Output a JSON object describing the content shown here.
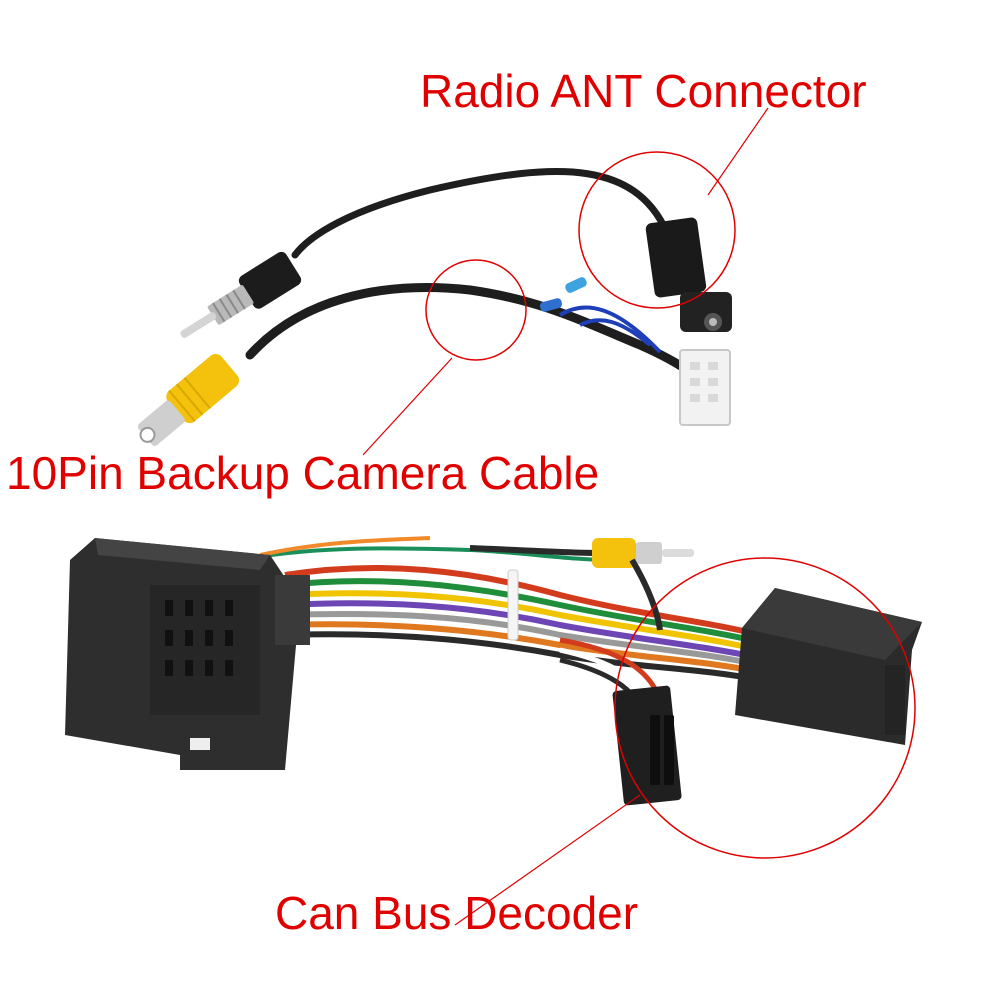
{
  "callouts": {
    "radio_ant_connector": "Radio ANT Connector",
    "backup_camera_cable": "10Pin Backup Camera Cable",
    "can_bus_decoder": "Can Bus Decoder"
  },
  "colors": {
    "background": "#ffffff",
    "callout_red": "#e00000",
    "cable_black": "#1e1e1e",
    "rca_yellow": "#f4c20d",
    "connector_white": "#f2f2f2",
    "pin_blue": "#1f3fb8",
    "decoder_box": "#2b2b2b"
  }
}
